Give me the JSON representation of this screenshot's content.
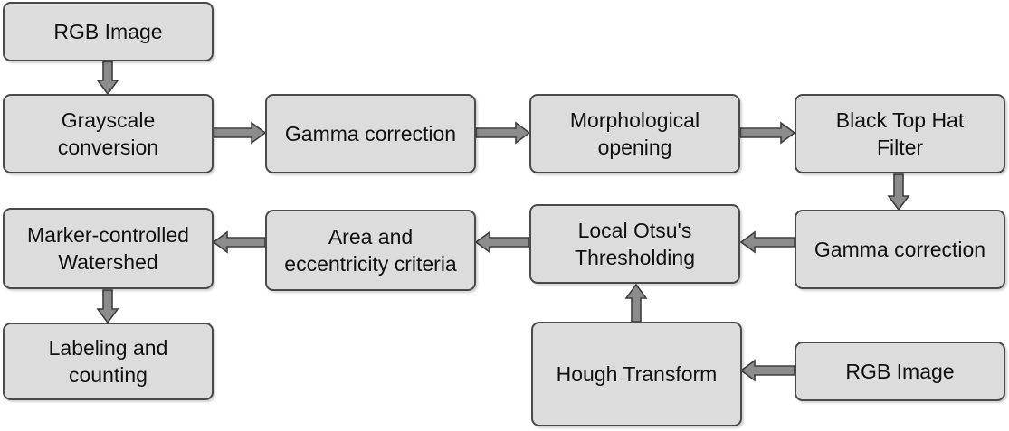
{
  "nodes": {
    "rgb_image_top": [
      "RGB Image"
    ],
    "grayscale_conversion": [
      "Grayscale",
      "conversion"
    ],
    "gamma_correction_1": [
      "Gamma correction"
    ],
    "morphological_opening": [
      "Morphological",
      "opening"
    ],
    "black_top_hat_filter": [
      "Black Top Hat",
      "Filter"
    ],
    "gamma_correction_2": [
      "Gamma correction"
    ],
    "local_otsu_thresholding": [
      "Local Otsu's",
      "Thresholding"
    ],
    "area_eccentricity_criteria": [
      "Area and",
      "eccentricity criteria"
    ],
    "marker_controlled_watershed": [
      "Marker-controlled",
      "Watershed"
    ],
    "labeling_counting": [
      "Labeling and",
      "counting"
    ],
    "hough_transform": [
      "Hough Transform"
    ],
    "rgb_image_bottom": [
      "RGB Image"
    ]
  },
  "colors": {
    "node_fill": "#dcdcdc",
    "node_border": "#4a4a4a",
    "arrow_fill": "#8c8c8c",
    "arrow_stroke": "#3e3e3e"
  }
}
